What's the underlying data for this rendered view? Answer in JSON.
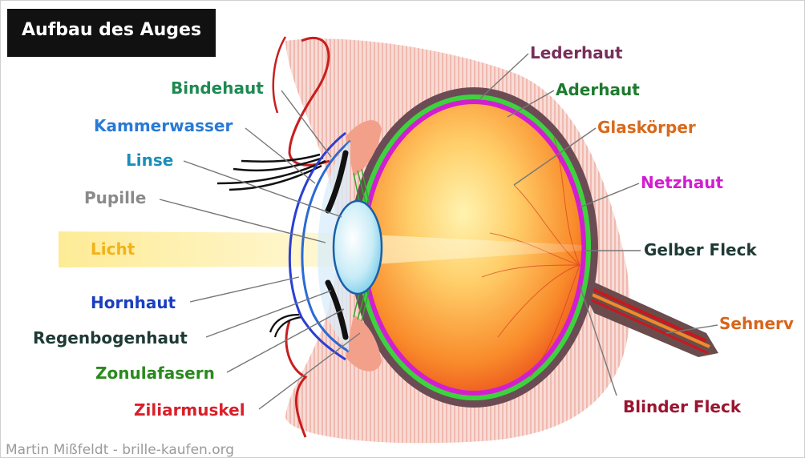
{
  "title": "Aufbau des Auges",
  "labels": {
    "lederhaut": "Lederhaut",
    "aderhaut": "Aderhaut",
    "glaskoerper": "Glaskörper",
    "netzhaut": "Netzhaut",
    "gelber_fleck": "Gelber Fleck",
    "sehnerv": "Sehnerv",
    "blinder_fleck": "Blinder Fleck",
    "bindehaut": "Bindehaut",
    "kammerwasser": "Kammerwasser",
    "linse": "Linse",
    "pupille": "Pupille",
    "licht": "Licht",
    "hornhaut": "Hornhaut",
    "regenbogenhaut": "Regenbogenhaut",
    "zonulafasern": "Zonulafasern",
    "ziliarmuskel": "Ziliarmuskel"
  },
  "credit": "Martin Mißfeldt - brille-kaufen.org",
  "colors": {
    "lederhaut": "#7a2e5a",
    "aderhaut": "#1e7a2e",
    "glaskoerper": "#d86a1c",
    "netzhaut": "#d21ecf",
    "gelber_fleck": "#1e3a34",
    "sehnerv": "#d8651c",
    "blinder_fleck": "#9a1530",
    "bindehaut": "#1e8a52",
    "kammerwasser": "#2a7ad4",
    "linse": "#1a8fb8",
    "pupille": "#8a8a8a",
    "licht": "#f2b21a",
    "hornhaut": "#1a3fbf",
    "regenbogenhaut": "#1e3a34",
    "zonulafasern": "#2a8a1e",
    "ziliarmuskel": "#d8202a"
  }
}
